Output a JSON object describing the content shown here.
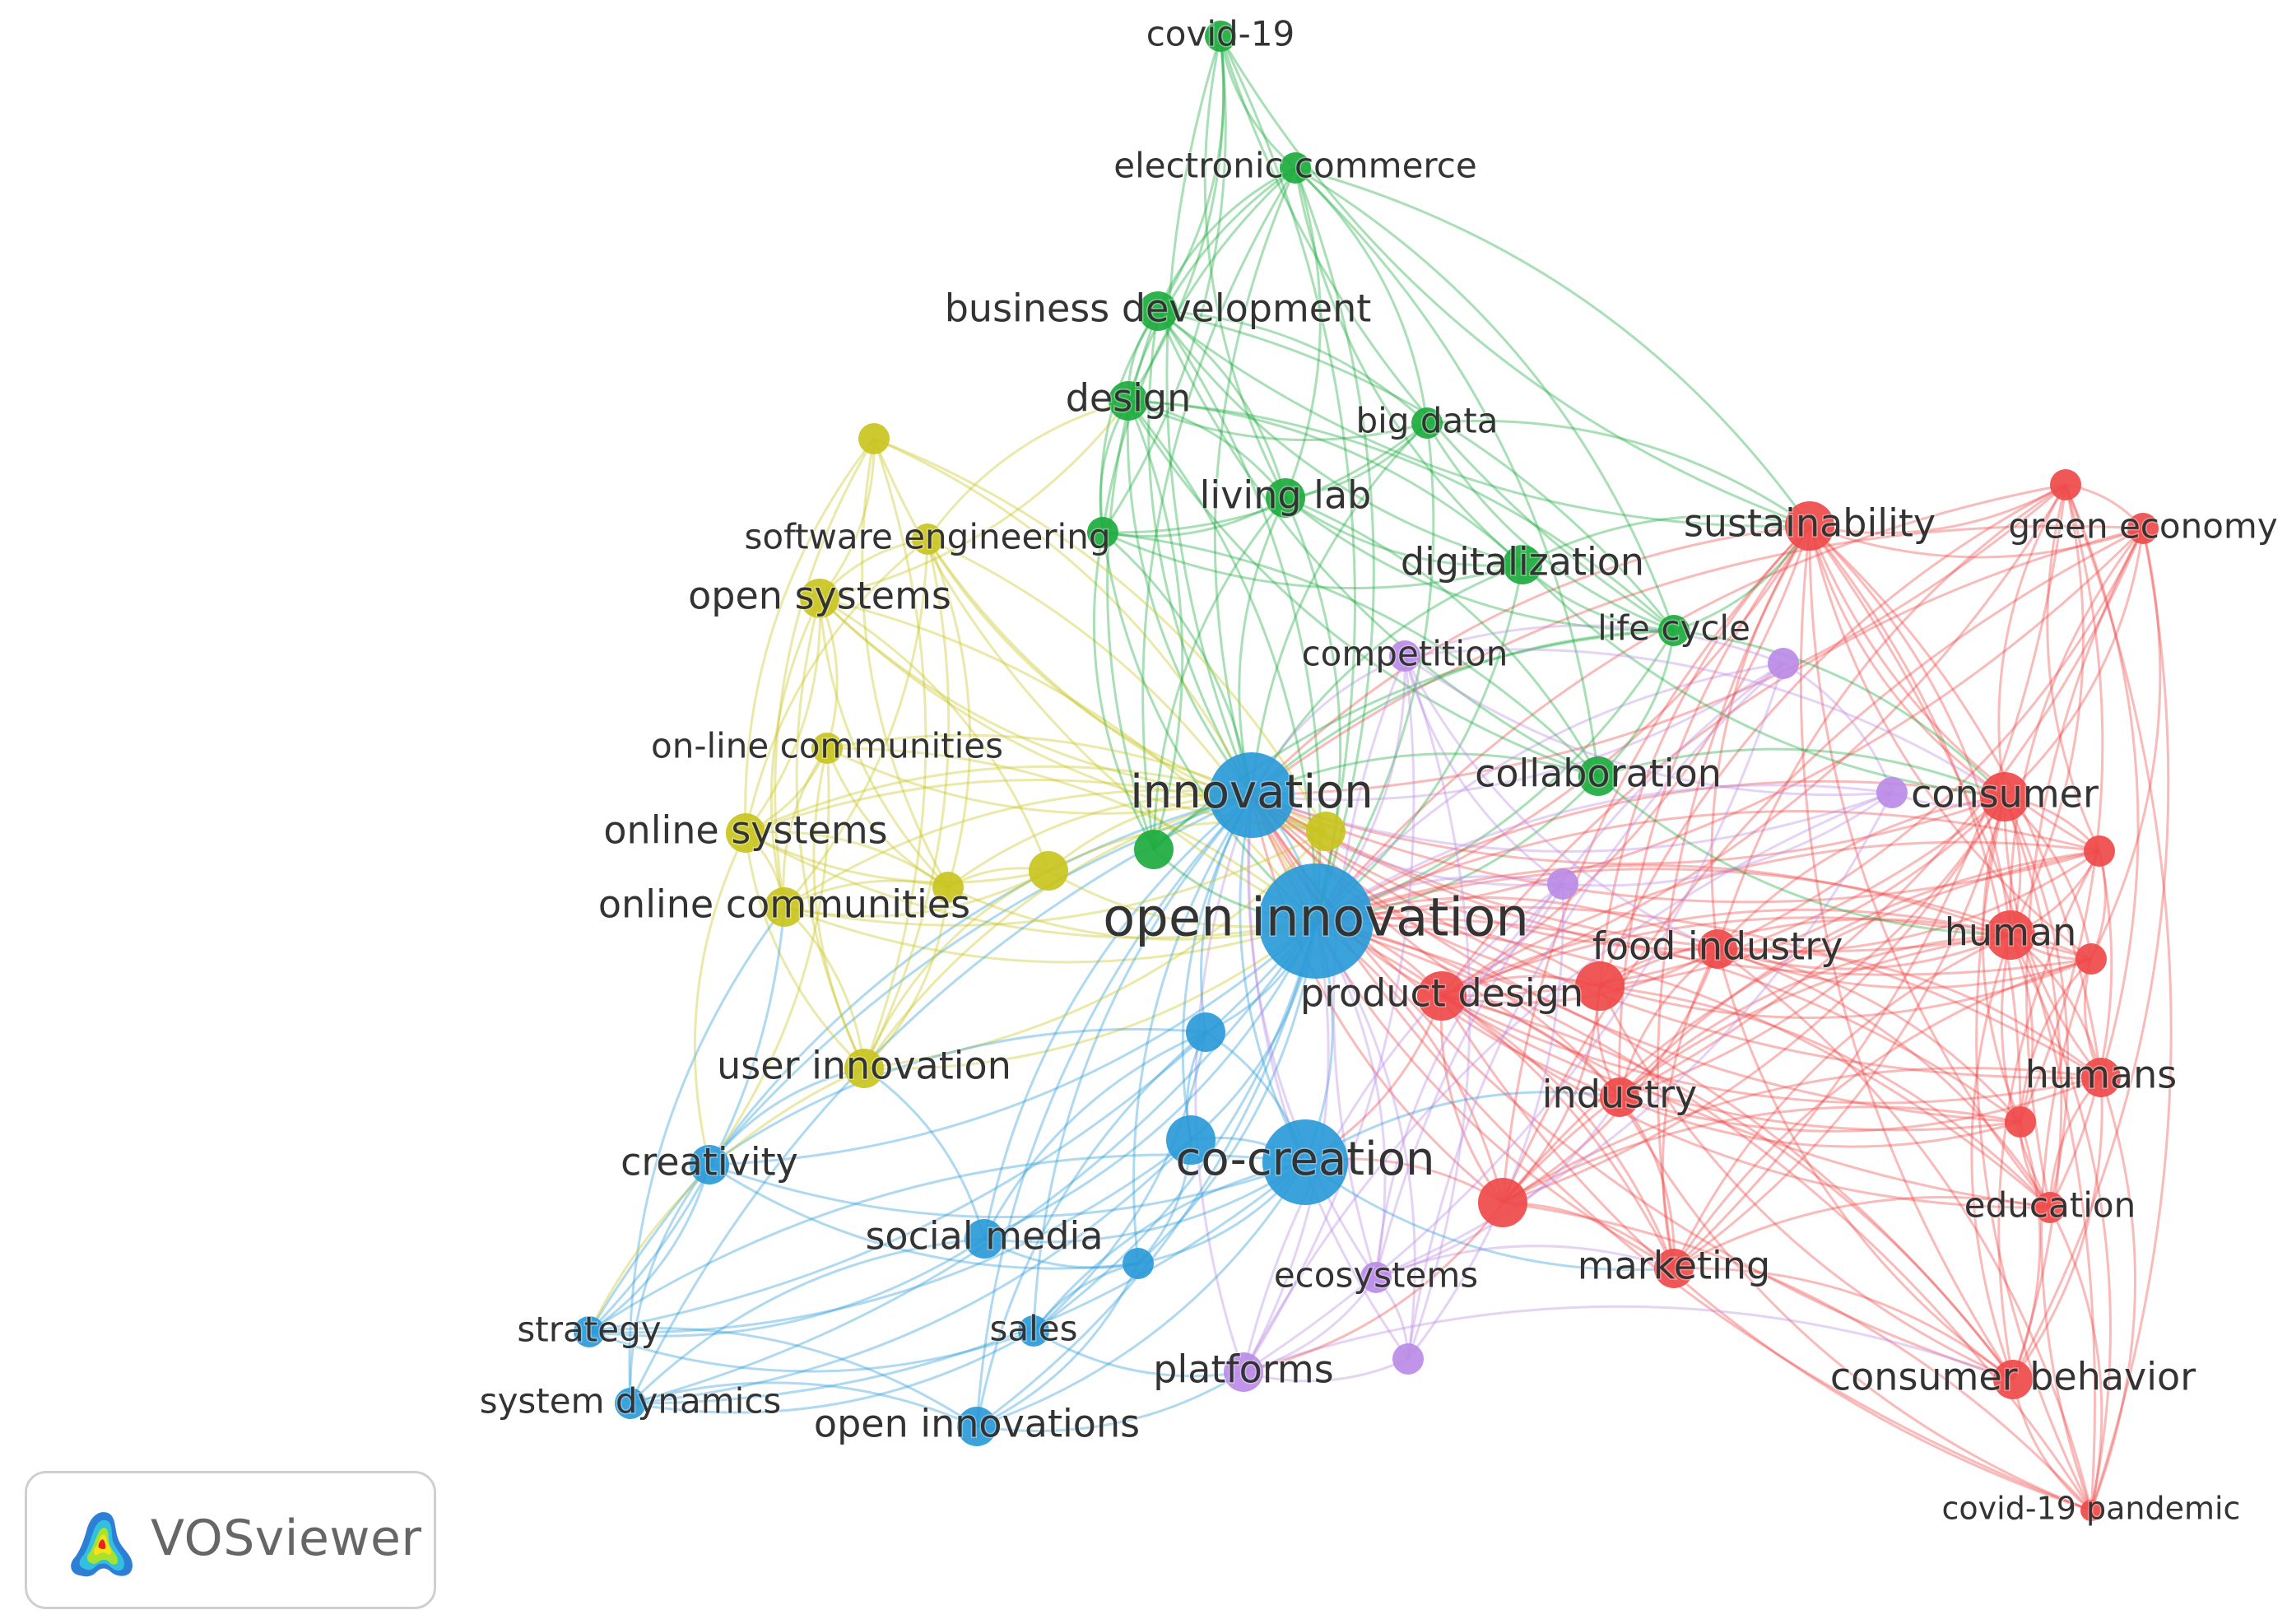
{
  "colors": {
    "blue": "#2a9ad8",
    "green": "#1dab3e",
    "yellow": "#c9c41f",
    "red": "#ef4a4a",
    "purple": "#bb8be6"
  },
  "brand": {
    "name": "VOSviewer",
    "icon": "vosviewer-density-logo"
  },
  "nodes": [
    {
      "id": "covid-19",
      "label": "covid-19",
      "cluster": "green",
      "size": "s"
    },
    {
      "id": "electronic-commerce",
      "label": "electronic commerce",
      "cluster": "green",
      "size": "s"
    },
    {
      "id": "business-development",
      "label": "business development",
      "cluster": "green",
      "size": "m"
    },
    {
      "id": "design",
      "label": "design",
      "cluster": "green",
      "size": "m"
    },
    {
      "id": "big-data",
      "label": "big data",
      "cluster": "green",
      "size": "s"
    },
    {
      "id": "living-lab",
      "label": "living lab",
      "cluster": "green",
      "size": "m"
    },
    {
      "id": "software-engineering",
      "label": "software engineering",
      "cluster": "yellow",
      "size": "s"
    },
    {
      "id": "digitalization",
      "label": "digitalization",
      "cluster": "green",
      "size": "m"
    },
    {
      "id": "sustainability",
      "label": "sustainability",
      "cluster": "red",
      "size": "l"
    },
    {
      "id": "green-economy",
      "label": "green economy",
      "cluster": "red",
      "size": "s"
    },
    {
      "id": "open-systems",
      "label": "open systems",
      "cluster": "yellow",
      "size": "m"
    },
    {
      "id": "competition",
      "label": "competition",
      "cluster": "purple",
      "size": "s"
    },
    {
      "id": "life-cycle",
      "label": "life cycle",
      "cluster": "green",
      "size": "s"
    },
    {
      "id": "on-line-communities",
      "label": "on-line communities",
      "cluster": "yellow",
      "size": "s"
    },
    {
      "id": "collaboration",
      "label": "collaboration",
      "cluster": "green",
      "size": "m"
    },
    {
      "id": "innovation",
      "label": "innovation",
      "cluster": "blue",
      "size": "xl"
    },
    {
      "id": "consumer",
      "label": "consumer",
      "cluster": "red",
      "size": "l"
    },
    {
      "id": "online-systems",
      "label": "online systems",
      "cluster": "yellow",
      "size": "m"
    },
    {
      "id": "online-communities",
      "label": "online communities",
      "cluster": "yellow",
      "size": "m"
    },
    {
      "id": "open-innovation",
      "label": "open innovation",
      "cluster": "blue",
      "size": "xxl"
    },
    {
      "id": "food-industry",
      "label": "food industry",
      "cluster": "red",
      "size": "m"
    },
    {
      "id": "human",
      "label": "human",
      "cluster": "red",
      "size": "l"
    },
    {
      "id": "product-design",
      "label": "product design",
      "cluster": "red",
      "size": "l"
    },
    {
      "id": "user-innovation",
      "label": "user innovation",
      "cluster": "yellow",
      "size": "m"
    },
    {
      "id": "industry",
      "label": "industry",
      "cluster": "red",
      "size": "m"
    },
    {
      "id": "humans",
      "label": "humans",
      "cluster": "red",
      "size": "m"
    },
    {
      "id": "creativity",
      "label": "creativity",
      "cluster": "blue",
      "size": "m"
    },
    {
      "id": "co-creation",
      "label": "co-creation",
      "cluster": "blue",
      "size": "xl"
    },
    {
      "id": "education",
      "label": "education",
      "cluster": "red",
      "size": "s"
    },
    {
      "id": "social-media",
      "label": "social media",
      "cluster": "blue",
      "size": "m"
    },
    {
      "id": "ecosystems",
      "label": "ecosystems",
      "cluster": "purple",
      "size": "s"
    },
    {
      "id": "marketing",
      "label": "marketing",
      "cluster": "red",
      "size": "m"
    },
    {
      "id": "strategy",
      "label": "strategy",
      "cluster": "blue",
      "size": "s"
    },
    {
      "id": "sales",
      "label": "sales",
      "cluster": "blue",
      "size": "s"
    },
    {
      "id": "platforms",
      "label": "platforms",
      "cluster": "purple",
      "size": "m"
    },
    {
      "id": "consumer-behavior",
      "label": "consumer behavior",
      "cluster": "red",
      "size": "m"
    },
    {
      "id": "system-dynamics",
      "label": "system dynamics",
      "cluster": "blue",
      "size": "s"
    },
    {
      "id": "open-innovations",
      "label": "open innovations",
      "cluster": "blue",
      "size": "m"
    },
    {
      "id": "covid-19-pandemic",
      "label": "covid-19 pandemic",
      "cluster": "red",
      "size": "xs"
    },
    {
      "id": "u-yellow-1",
      "label": "",
      "cluster": "yellow",
      "size": "s"
    },
    {
      "id": "u-yellow-2",
      "label": "",
      "cluster": "yellow",
      "size": "m"
    },
    {
      "id": "u-yellow-3",
      "label": "",
      "cluster": "yellow",
      "size": "m"
    },
    {
      "id": "u-yellow-4",
      "label": "",
      "cluster": "yellow",
      "size": "s"
    },
    {
      "id": "u-green-1",
      "label": "",
      "cluster": "green",
      "size": "s"
    },
    {
      "id": "u-green-2",
      "label": "",
      "cluster": "green",
      "size": "m"
    },
    {
      "id": "u-blue-1",
      "label": "",
      "cluster": "blue",
      "size": "m"
    },
    {
      "id": "u-blue-2",
      "label": "",
      "cluster": "blue",
      "size": "l"
    },
    {
      "id": "u-blue-3",
      "label": "",
      "cluster": "blue",
      "size": "s"
    },
    {
      "id": "u-red-1",
      "label": "",
      "cluster": "red",
      "size": "s"
    },
    {
      "id": "u-red-2",
      "label": "",
      "cluster": "red",
      "size": "s"
    },
    {
      "id": "u-red-3",
      "label": "",
      "cluster": "red",
      "size": "s"
    },
    {
      "id": "u-red-4",
      "label": "",
      "cluster": "red",
      "size": "s"
    },
    {
      "id": "u-red-5",
      "label": "",
      "cluster": "red",
      "size": "l"
    },
    {
      "id": "u-red-6",
      "label": "",
      "cluster": "red",
      "size": "l"
    },
    {
      "id": "u-purple-1",
      "label": "",
      "cluster": "purple",
      "size": "s"
    },
    {
      "id": "u-purple-2",
      "label": "",
      "cluster": "purple",
      "size": "s"
    },
    {
      "id": "u-purple-3",
      "label": "",
      "cluster": "purple",
      "size": "s"
    },
    {
      "id": "u-purple-4",
      "label": "",
      "cluster": "purple",
      "size": "s"
    }
  ]
}
